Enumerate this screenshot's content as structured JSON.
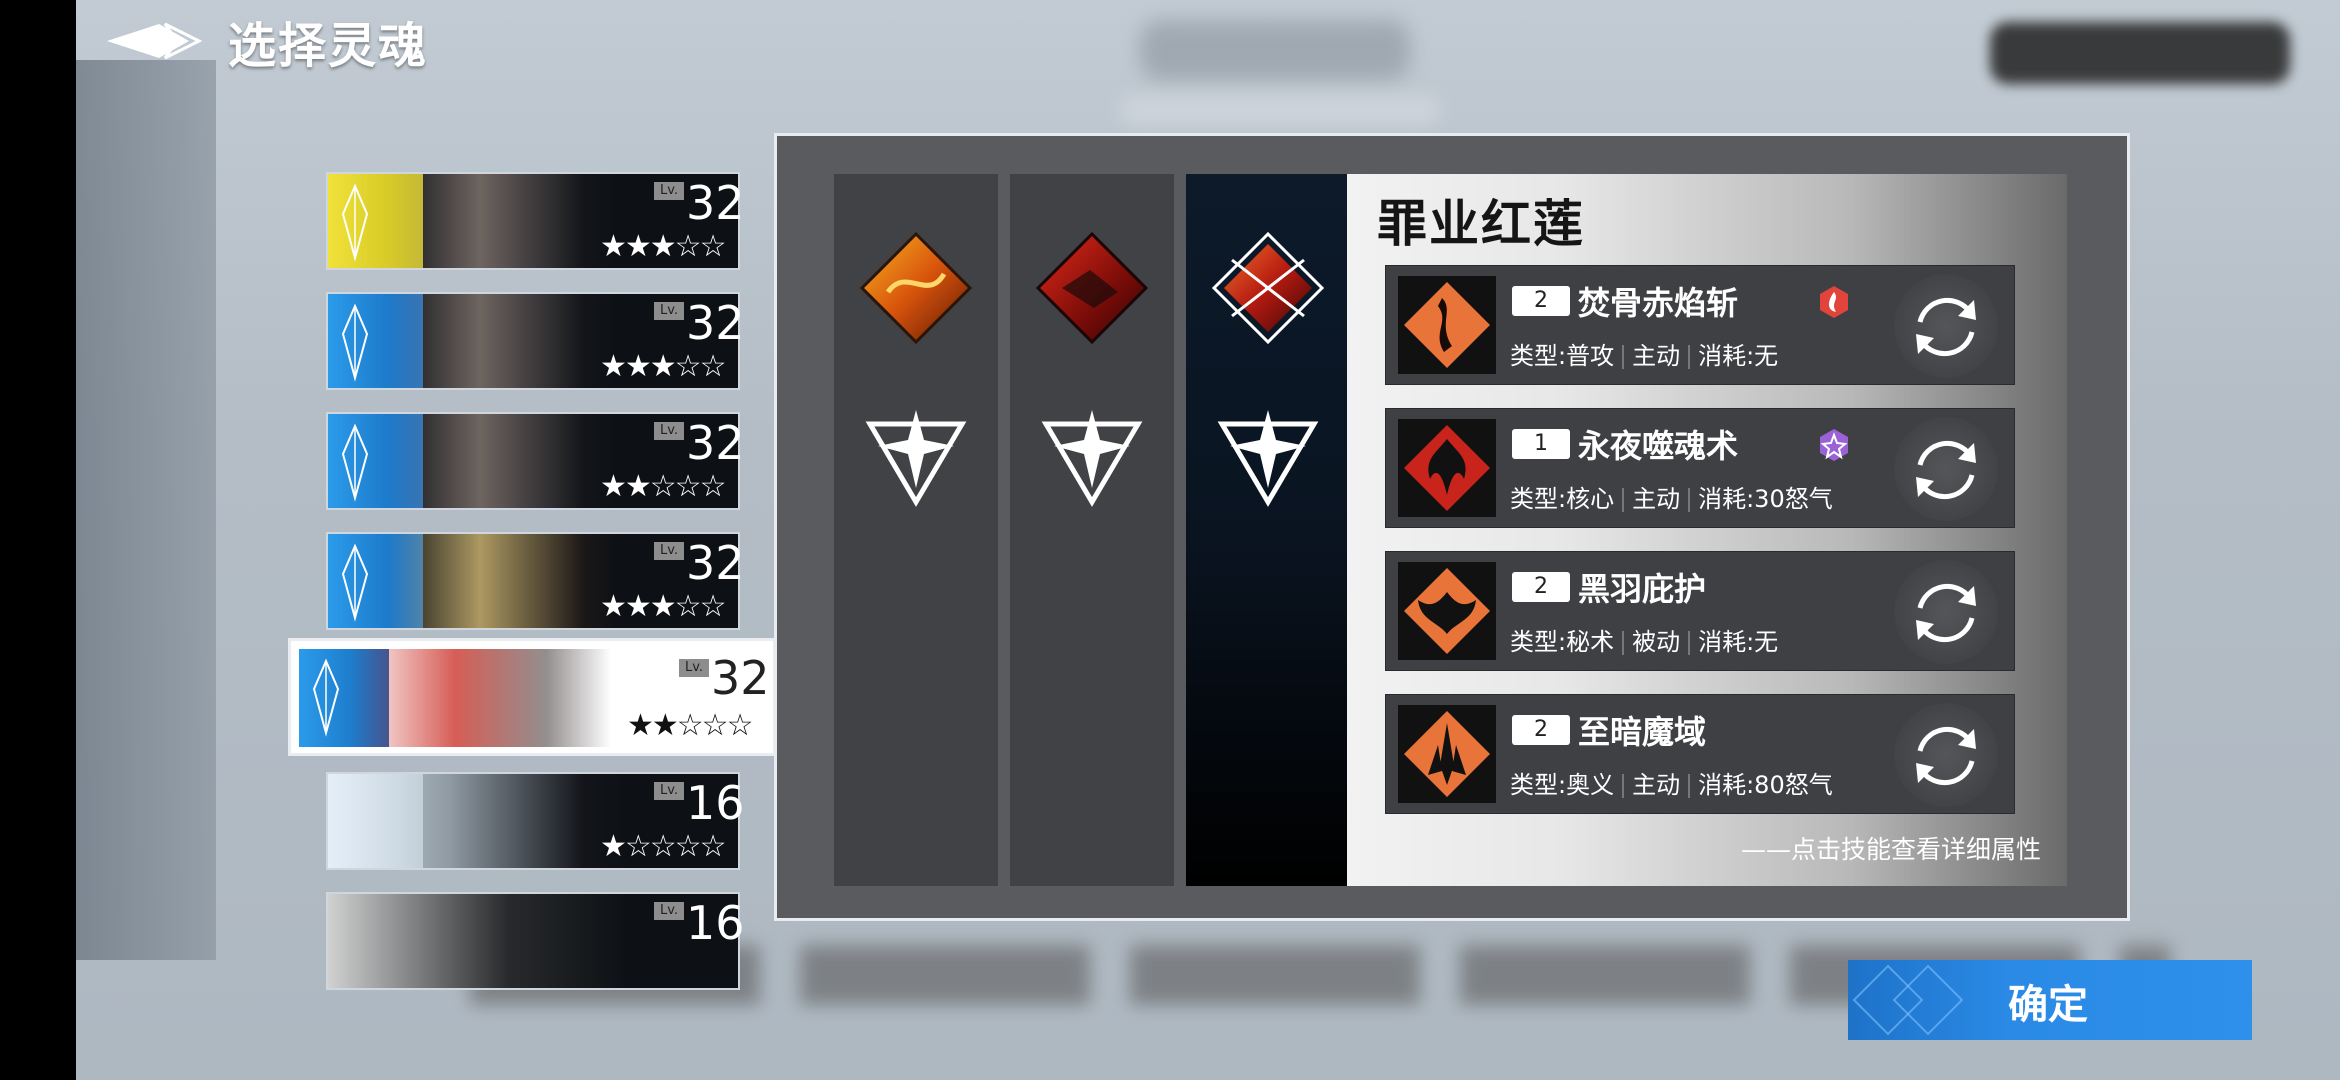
{
  "header": {
    "title": "选择灵魂"
  },
  "souls": [
    {
      "lv_label": "Lv.",
      "level": "32",
      "stars": "★★★☆☆",
      "color": "#e6d92a"
    },
    {
      "lv_label": "Lv.",
      "level": "32",
      "stars": "★★★☆☆",
      "color": "#2a8fdc"
    },
    {
      "lv_label": "Lv.",
      "level": "32",
      "stars": "★★☆☆☆",
      "color": "#2a8fdc"
    },
    {
      "lv_label": "Lv.",
      "level": "32",
      "stars": "★★★☆☆",
      "color": "#2a8fdc"
    },
    {
      "lv_label": "Lv.",
      "level": "32",
      "stars": "★★☆☆☆",
      "color": "#2a8fdc",
      "selected": true
    },
    {
      "lv_label": "Lv.",
      "level": "16",
      "stars": "★☆☆☆☆",
      "color": "#9aa6b0"
    },
    {
      "lv_label": "Lv.",
      "level": "16",
      "stars": "",
      "color": "#9aa6b0"
    }
  ],
  "detail": {
    "soul_name": "罪业红莲",
    "skills": [
      {
        "level": "2",
        "name": "焚骨赤焰斩",
        "type": "类型:普攻",
        "mode": "主动",
        "cost": "消耗:无",
        "tag": "fire-element-icon",
        "tag_color": "#e0443a"
      },
      {
        "level": "1",
        "name": "永夜噬魂术",
        "type": "类型:核心",
        "mode": "主动",
        "cost": "消耗:30怒气",
        "tag": "dark-element-icon",
        "tag_color": "#9a62d6"
      },
      {
        "level": "2",
        "name": "黑羽庇护",
        "type": "类型:秘术",
        "mode": "被动",
        "cost": "消耗:无"
      },
      {
        "level": "2",
        "name": "至暗魔域",
        "type": "类型:奥义",
        "mode": "主动",
        "cost": "消耗:80怒气"
      }
    ],
    "hint": "——点击技能查看详细属性"
  },
  "confirm": {
    "label": "确定"
  },
  "colors": {
    "accent": "#2a8ae6",
    "panel": "#5a5b5e",
    "skill_bg": "#3f4044"
  }
}
